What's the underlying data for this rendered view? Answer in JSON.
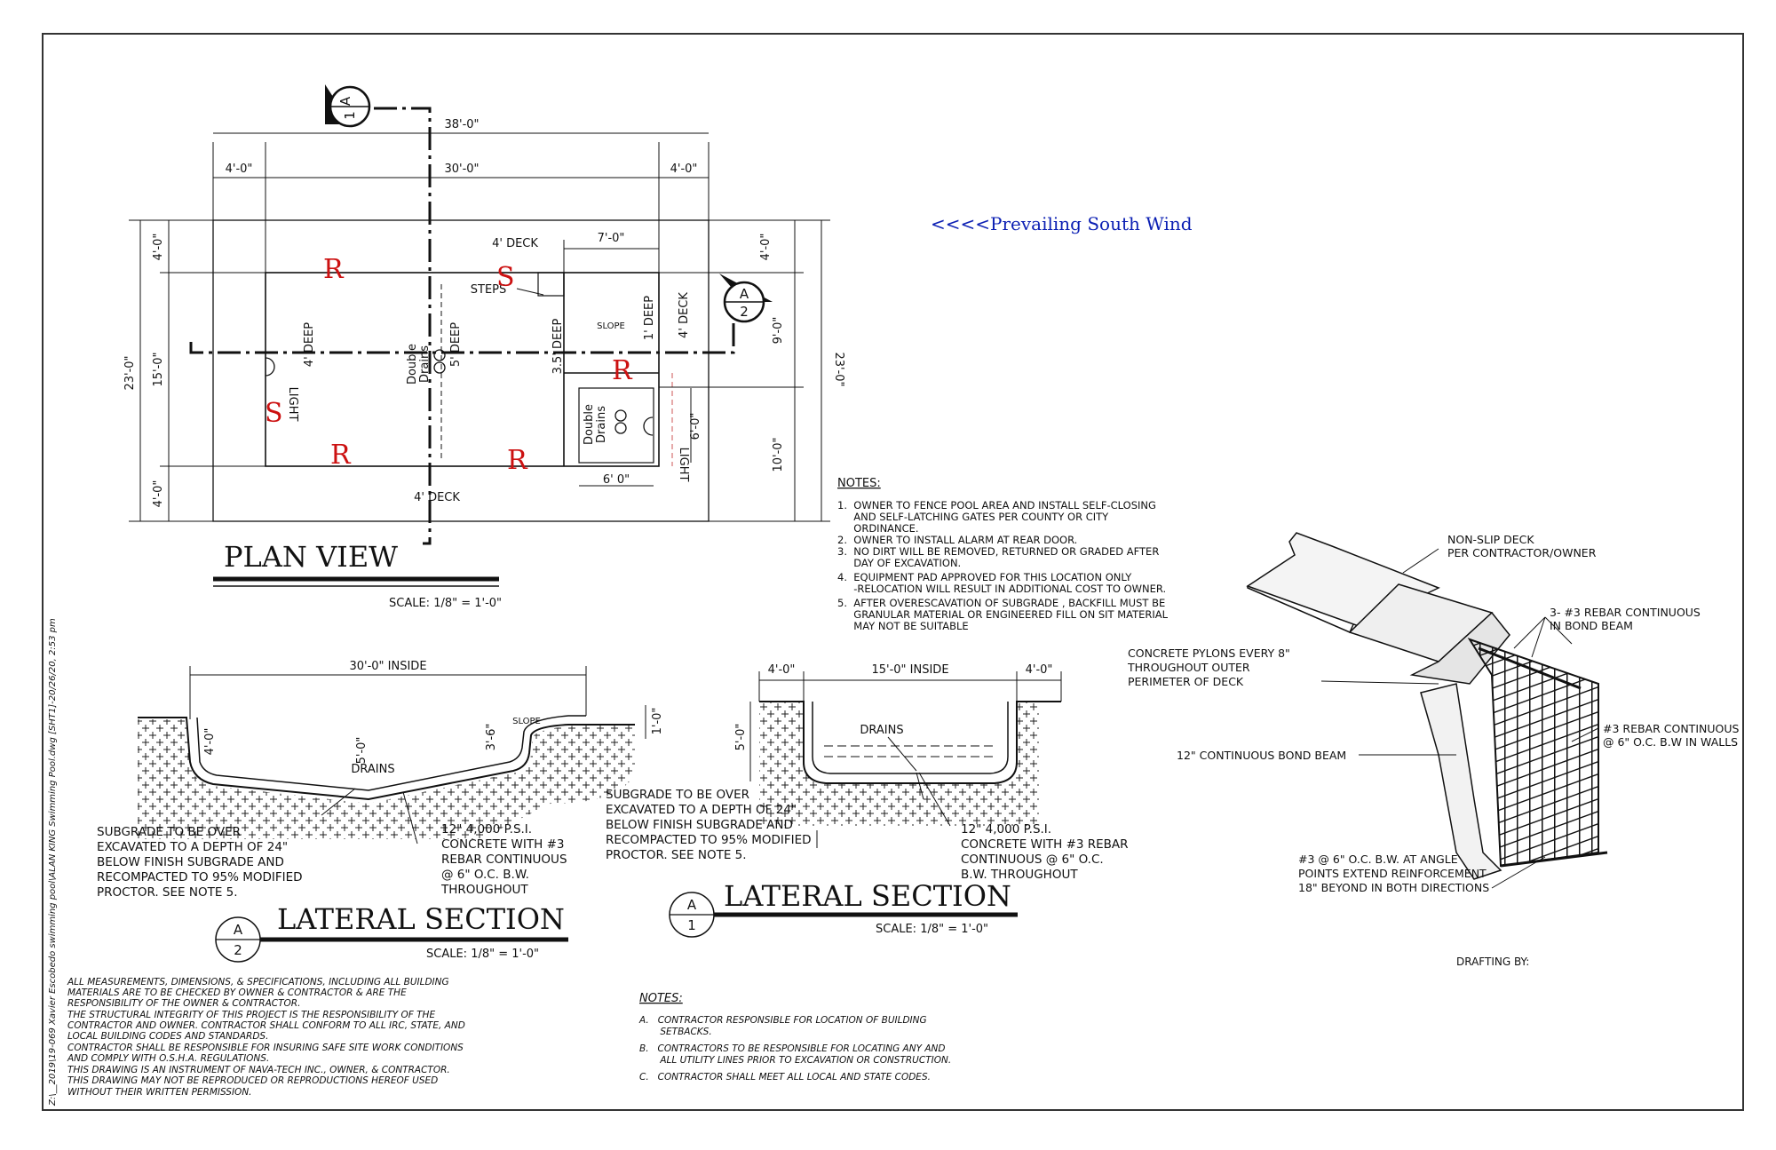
{
  "sheet": {
    "border_color": "#333333",
    "line_color": "#111111",
    "accent_red": "#cc1111",
    "accent_blue": "#0b1fb3"
  },
  "plan": {
    "title": "PLAN VIEW",
    "scale": "SCALE: 1/8\" = 1'-0\"",
    "dims": {
      "overall_len": "38'-0\"",
      "left_deck": "4'-0\"",
      "pool_len": "30'-0\"",
      "right_deck": "4'-0\"",
      "top_deck_label": "4' DECK",
      "bottom_deck_label": "4' DECK",
      "steps_width": "7'-0\"",
      "overall_w_left": "23'-0\"",
      "pool_w_left": "15'-0\"",
      "deck_top_left": "4'-0\"",
      "deck_bot_left": "4'-0\"",
      "deck_top_right": "4'-0\"",
      "spa_w": "9'-0\"",
      "lower_w": "10'-0\"",
      "overall_w_right": "23'-0\"",
      "right_deck_label": "4' DECK",
      "spa_inner_v": "6'-0\"",
      "spa_inner_h": "6' 0\""
    },
    "labels": {
      "four_deep": "4' DEEP",
      "five_deep": "5' DEEP",
      "three5_deep": "3.5' DEEP",
      "one_deep": "1' DEEP",
      "steps": "STEPS",
      "slope": "SLOPE",
      "double_drains_1": "Double",
      "double_drains_2": "Drains",
      "light": "LIGHT",
      "light2": "LIGHT"
    },
    "markers": {
      "r": "R",
      "s": "S"
    },
    "section_a1": "A\n1",
    "section_a2": "A\n2"
  },
  "wind": "<<<<Prevailing South Wind",
  "notes": {
    "heading": "NOTES:",
    "items": [
      "1.  OWNER TO FENCE POOL AREA AND INSTALL SELF-CLOSING",
      "     AND SELF-LATCHING GATES PER COUNTY OR CITY",
      "     ORDINANCE.",
      "2.  OWNER TO INSTALL ALARM AT REAR DOOR.",
      "3.  NO DIRT WILL BE REMOVED, RETURNED OR GRADED AFTER",
      "     DAY OF EXCAVATION.",
      "4.  EQUIPMENT PAD APPROVED FOR THIS LOCATION ONLY",
      "     -RELOCATION WILL RESULT IN ADDITIONAL COST TO OWNER.",
      "5.  AFTER OVERESCAVATION OF SUBGRADE , BACKFILL MUST BE",
      "     GRANULAR MATERIAL OR ENGINEERED FILL ON SIT MATERIAL",
      "     MAY NOT BE SUITABLE"
    ]
  },
  "section2": {
    "title": "LATERAL SECTION",
    "scale": "SCALE: 1/8\" = 1'-0\"",
    "inside": "30'-0\" INSIDE",
    "slope": "SLOPE",
    "d4": "4'-0\"",
    "d5": "5'-0\"",
    "d35": "3'-6\"",
    "d1": "1'-0\"",
    "drains": "DRAINS",
    "subgrade": [
      "SUBGRADE TO BE OVER",
      "EXCAVATED TO A DEPTH OF 24\"",
      "BELOW FINISH SUBGRADE AND",
      "RECOMPACTED TO 95% MODIFIED",
      "PROCTOR. SEE NOTE 5."
    ],
    "concrete": [
      "12\" 4,000 P.S.I.",
      "CONCRETE WITH #3",
      "REBAR CONTINUOUS",
      "@ 6\" O.C. B.W.",
      "THROUGHOUT"
    ],
    "tag_a": "A",
    "tag_n": "2"
  },
  "section1": {
    "title": "LATERAL SECTION",
    "scale": "SCALE: 1/8\" = 1'-0\"",
    "left": "4'-0\"",
    "inside": "15'-0\" INSIDE",
    "right": "4'-0\"",
    "d5": "5'-0\"",
    "drains": "DRAINS",
    "subgrade": [
      "SUBGRADE TO BE OVER",
      "EXCAVATED TO A DEPTH OF 24\"",
      "BELOW FINISH SUBGRADE AND",
      "RECOMPACTED TO 95% MODIFIED",
      "PROCTOR. SEE NOTE 5."
    ],
    "concrete": [
      "12\" 4,000 P.S.I.",
      "CONCRETE WITH #3 REBAR",
      "CONTINUOUS @ 6\" O.C.",
      "B.W. THROUGHOUT"
    ],
    "tag_a": "A",
    "tag_n": "1"
  },
  "detail": {
    "non_slip": [
      "NON-SLIP DECK",
      "PER CONTRACTOR/OWNER"
    ],
    "rebar_bond": [
      "3- #3 REBAR CONTINUOUS",
      "IN BOND BEAM"
    ],
    "pylons": [
      "CONCRETE PYLONS EVERY 8\"",
      "THROUGHOUT OUTER",
      "PERIMETER OF DECK"
    ],
    "rebar_walls": [
      "#3 REBAR CONTINUOUS",
      "@ 6\" O.C. B.W IN WALLS"
    ],
    "bond_beam": "12\" CONTINUOUS BOND BEAM",
    "angle": [
      "#3 @ 6\" O.C. B.W. AT ANGLE",
      "POINTS EXTEND REINFORCEMENT",
      "18\" BEYOND IN BOTH DIRECTIONS"
    ],
    "drafting_by": "DRAFTING BY:"
  },
  "general_notes": [
    "ALL MEASUREMENTS, DIMENSIONS, & SPECIFICATIONS, INCLUDING ALL BUILDING",
    "MATERIALS ARE TO BE CHECKED BY OWNER & CONTRACTOR & ARE THE",
    "RESPONSIBILITY OF THE OWNER & CONTRACTOR.",
    "THE STRUCTURAL INTEGRITY OF THIS PROJECT IS THE RESPONSIBILITY OF THE",
    "CONTRACTOR AND OWNER. CONTRACTOR SHALL CONFORM TO ALL IRC, STATE, AND",
    "LOCAL BUILDING CODES AND STANDARDS.",
    "CONTRACTOR SHALL BE RESPONSIBLE FOR INSURING SAFE SITE WORK CONDITIONS",
    "AND COMPLY WITH O.S.H.A. REGULATIONS.",
    "THIS DRAWING IS AN INSTRUMENT OF NAVA-TECH INC., OWNER, & CONTRACTOR.",
    "THIS DRAWING MAY NOT BE REPRODUCED OR REPRODUCTIONS HEREOF USED",
    "WITHOUT THEIR WRITTEN PERMISSION."
  ],
  "bottom_notes": {
    "heading": "NOTES:",
    "items": [
      "A.   CONTRACTOR RESPONSIBLE FOR LOCATION OF BUILDING",
      "       SETBACKS.",
      "B.   CONTRACTORS TO BE RESPONSIBLE FOR LOCATING ANY AND",
      "       ALL UTILITY LINES PRIOR TO EXCAVATION OR CONSTRUCTION.",
      "C.   CONTRACTOR SHALL MEET ALL LOCAL AND STATE CODES."
    ]
  },
  "file_path": "Z:\\__2019\\19-069 Xavier Escobedo swimming pool\\ALAN KING Swimming Pool.dwg [SHT1]-20/26/20, 2:53 pm"
}
